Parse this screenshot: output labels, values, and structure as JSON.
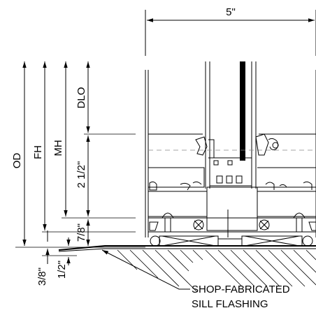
{
  "dimensions": {
    "width": "5\"",
    "od": "OD",
    "fh": "FH",
    "mh": "MH",
    "dlo": "DLO",
    "frame": "2 1/2\"",
    "sill": "7/8\"",
    "gap": "1/2\"",
    "shim": "3/8\""
  },
  "callout": {
    "line1": "SHOP-FABRICATED",
    "line2": "SILL FLASHING"
  }
}
